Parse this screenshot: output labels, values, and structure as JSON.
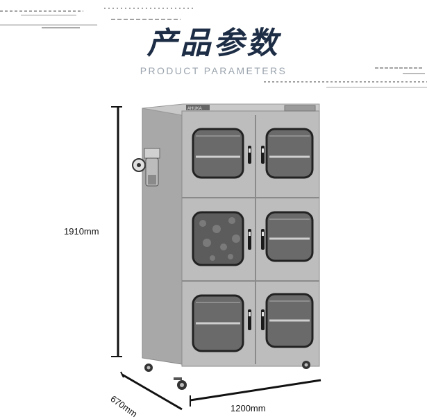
{
  "header": {
    "title_cn": "产品参数",
    "title_en": "PRODUCT PARAMETERS"
  },
  "dimensions": {
    "height": "1910mm",
    "width": "1200mm",
    "depth": "670mm"
  },
  "product": {
    "brand_plate": "AHUKA",
    "door_rows": 3,
    "doors_per_row": 2
  },
  "colors": {
    "title": "#1d2d45",
    "subtitle": "#9aa3ad",
    "cabinet_body": "#b9b9b9",
    "window_glass": "#5a5a5a"
  }
}
